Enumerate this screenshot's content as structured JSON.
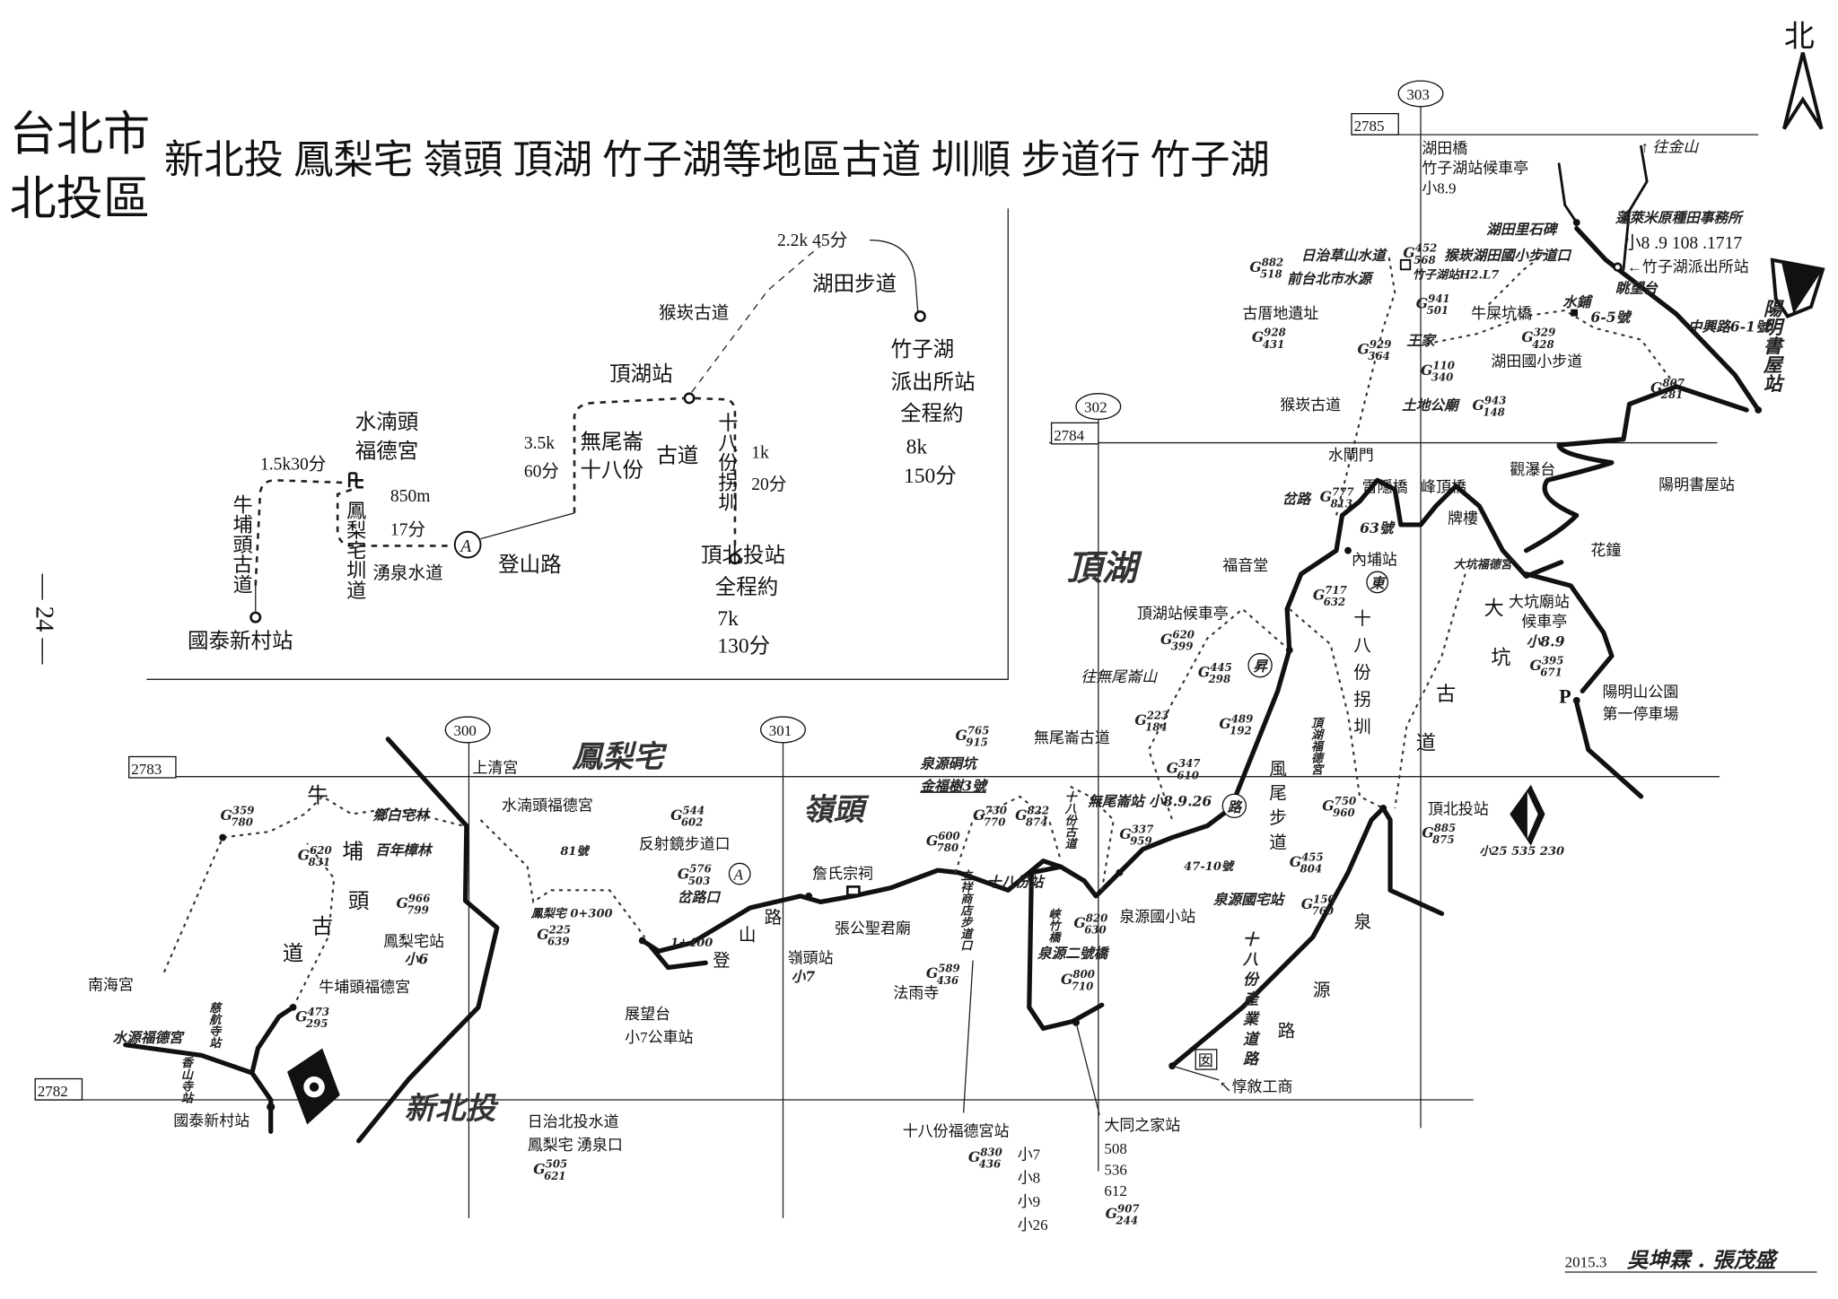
{
  "title": {
    "city": "台北市",
    "district": "北投區",
    "subtitle": "新北投 鳳梨宅 嶺頭 頂湖 竹子湖等地區古道 圳順 步道行 竹子湖"
  },
  "north_label": "北",
  "page_number": "— 24 —",
  "credits": {
    "date": "2015.3",
    "authors": "吳坤霖 . 張茂盛"
  },
  "grid": {
    "e300": "300",
    "e301": "301",
    "e302": "302",
    "e303": "303",
    "n2782": "2782",
    "n2783": "2783",
    "n2784": "2784",
    "n2785": "2785"
  },
  "inset": {
    "seg_far": "2.2k 45分",
    "hutian_trail": "湖田步道",
    "houkan": "猴崁古道",
    "zhuzihu_1": "竹子湖",
    "zhuzihu_2": "派出所站",
    "total1_label": "全程約",
    "total1_dist": "8k",
    "total1_time": "150分",
    "dinghu": "頂湖站",
    "shuinan_1": "水湳頭",
    "shuinan_2": "福德宮",
    "seg_a": "1.5k30分",
    "seg_b_dist": "3.5k",
    "seg_b_time": "60分",
    "wuweilun_1": "無尾崙",
    "wuweilun_2": "十八份",
    "wuweilun_3": "古道",
    "shibafen_canal": "十八份拐圳",
    "seg_c_dist": "1k",
    "seg_c_time": "20分",
    "seg_d_dist": "850m",
    "seg_d_time": "17分",
    "niupu_trail": "牛埔頭古道",
    "fenglizhai_canal": "鳳梨宅圳道",
    "yongquan": "湧泉水道",
    "dengshan": "登山路",
    "marker_a": "A",
    "dingbeitou": "頂北投站",
    "total2_label": "全程約",
    "total2_dist": "7k",
    "total2_time": "130分",
    "guotai": "國泰新村站"
  },
  "map": {
    "hutian_bridge": "湖田橋",
    "zhuzihu_shelter": "竹子湖站候車亭",
    "zhuzihu_bus": "小8.9",
    "to_jinshan": "↑ 往金山",
    "penglai_office": "蓬萊米原種田事務所",
    "police_bus": "小8 .9  108 .1717",
    "hutian_stele": "湖田里石碑",
    "police_station": "←竹子湖派出所站",
    "lookout_n": "眺望台",
    "caoshan_waterway": "日治草山水道",
    "former_source": "前台北市水源",
    "houkan_entrance": "猴崁湖田國小步道口",
    "zhuzihu_h2": "竹子湖站H2.L7",
    "ancient_site": "古厝地遺址",
    "niushi_bridge": "牛屎坑橋",
    "water_tank": "水鋪",
    "no_6_5": "6-5號",
    "zhongxing_rd": "中興路6-1號",
    "wang_house": "王家",
    "hutian_school_trail": "湖田國小步道",
    "yangming_vertical": "陽明書屋站",
    "houkan_trail": "猴崁古道",
    "tudigong": "土地公廟",
    "sluice_gate": "水閘門",
    "waterfall_view": "觀瀑台",
    "yangming_station": "陽明書屋站",
    "leiyin_bridge": "雷隱橋",
    "fengding_bridge": "峰頂橋",
    "fork_road": "岔路",
    "archway": "牌樓",
    "no_63": "63號",
    "neipu_station": "內埔站",
    "flower_clock": "花鐘",
    "gospel_hall": "福音堂",
    "dinghu_area": "頂湖",
    "east_mark": "東",
    "dakeng_temple_hand": "大坑福德宮",
    "dakeng_1": "大",
    "dakeng_station": "大坑廟站",
    "dakeng_shelter": "候車亭",
    "dakeng_bus": "小8.9",
    "dakeng_2": "坑",
    "dakeng_3": "古",
    "dakeng_4": "道",
    "shibafen_canal_v": "十八份拐圳",
    "dinghu_shelter": "頂湖站候車亭",
    "to_wuweilun_mt": "往無尾崙山",
    "rise_mark": "昇",
    "parking_p": "P",
    "yms_park": "陽明山公園",
    "first_parking": "第一停車場",
    "dinghu_temple": "頂湖福德宮",
    "wuweilun_trail": "無尾崙古道",
    "fengwei_trail": "風尾步道",
    "wuweilun_station": "無尾崙站 小8.9.26",
    "road_mark": "路",
    "dingbeitou_station": "頂北投站",
    "dingbeitou_bus": "小25 535 230",
    "no_47_10": "47-10號",
    "quanyuan_school": "泉源國小站",
    "quanyuan_housing": "泉源國宅站",
    "quanyuan_rd_1": "泉",
    "quanyuan_rd_2": "源",
    "quanyuan_rd_3": "路",
    "shibafen_ind_rd": "十八份產業道路",
    "school_mark": "囡",
    "dunxu_school": "↖惇敘工商",
    "fenglizhai_area": "鳳梨宅",
    "lingtou_area": "嶺頭",
    "shangqing": "上清宮",
    "niu": "牛",
    "pu": "埔",
    "tou": "頭",
    "gu": "古",
    "dao": "道",
    "home_grove": "鄉白宅林",
    "camphor": "百年樟林",
    "shuinan_temple": "水湳頭福德宮",
    "fenglizhai_station": "鳳梨宅站",
    "fenglizhai_bus": "小6",
    "no_81": "81號",
    "fenglizhai_km": "鳳梨宅 0+300",
    "reflector_trail": "反射鏡步道口",
    "fork_junction": "岔路口",
    "marker_a": "A",
    "km_1400": "1+400",
    "deng": "登",
    "shan": "山",
    "lu": "路",
    "lookout": "展望台",
    "lookout_bus": "小7公車站",
    "zhan_shrine": "詹氏宗祠",
    "zhanggong_temple": "張公聖君廟",
    "lingtou_station": "嶺頭站",
    "lingtou_bus": "小7",
    "quanyuan_pit": "泉源硐坑",
    "jinfu_tree": "金福樹3號",
    "lixiang_store": "立祥商店步道口",
    "shibafen_trail": "十八份古道",
    "shibafen_station": "十八份站",
    "xiazhu_bridge": "峽竹橋",
    "quanyuan_bridge2": "泉源二號橋",
    "fayu_temple": "法雨寺",
    "nanhai_temple": "南海宮",
    "niupu_temple": "牛埔頭福德宮",
    "shuiyuan_temple": "水源福德宮",
    "cihang_station": "慈航寺站",
    "xiangshan_station": "香山寺站",
    "guotai_station": "國泰新村站",
    "xinbeitou_area": "新北投",
    "japanese_waterway": "日治北投水道",
    "spring_outlet": "鳳梨宅 湧泉口",
    "shibafen_temple_station": "十八份福德宮站",
    "shibafen_buses": [
      "小7",
      "小8",
      "小9",
      "小26"
    ],
    "datong_station": "大同之家站",
    "datong_buses": [
      "508",
      "536",
      "612"
    ]
  },
  "g_prefix": "G",
  "g": {
    "g882": {
      "hi": "882",
      "lo": "518"
    },
    "g452": {
      "hi": "452",
      "lo": "568"
    },
    "g941": {
      "hi": "941",
      "lo": "501"
    },
    "g928": {
      "hi": "928",
      "lo": "431"
    },
    "g929": {
      "hi": "929",
      "lo": "364"
    },
    "g110": {
      "hi": "110",
      "lo": "340"
    },
    "g329": {
      "hi": "329",
      "lo": "428"
    },
    "g807": {
      "hi": "807",
      "lo": "281"
    },
    "g943": {
      "hi": "943",
      "lo": "148"
    },
    "g777": {
      "hi": "777",
      "lo": "813"
    },
    "g717": {
      "hi": "717",
      "lo": "632"
    },
    "g395": {
      "hi": "395",
      "lo": "671"
    },
    "g620b": {
      "hi": "620",
      "lo": "399"
    },
    "g445": {
      "hi": "445",
      "lo": "298"
    },
    "g223": {
      "hi": "223",
      "lo": "184"
    },
    "g489": {
      "hi": "489",
      "lo": "192"
    },
    "g347": {
      "hi": "347",
      "lo": "610"
    },
    "g337": {
      "hi": "337",
      "lo": "959"
    },
    "g885": {
      "hi": "885",
      "lo": "875"
    },
    "g750": {
      "hi": "750",
      "lo": "960"
    },
    "g455": {
      "hi": "455",
      "lo": "804"
    },
    "g150": {
      "hi": "150",
      "lo": "760"
    },
    "g359": {
      "hi": "359",
      "lo": "780"
    },
    "g620": {
      "hi": "620",
      "lo": "831"
    },
    "g966": {
      "hi": "966",
      "lo": "799"
    },
    "g225": {
      "hi": "225",
      "lo": "639"
    },
    "g544": {
      "hi": "544",
      "lo": "602"
    },
    "g576": {
      "hi": "576",
      "lo": "503"
    },
    "g765": {
      "hi": "765",
      "lo": "915"
    },
    "g730": {
      "hi": "730",
      "lo": "770"
    },
    "g600": {
      "hi": "600",
      "lo": "780"
    },
    "g822": {
      "hi": "822",
      "lo": "874"
    },
    "g589": {
      "hi": "589",
      "lo": "436"
    },
    "g820": {
      "hi": "820",
      "lo": "630"
    },
    "g800": {
      "hi": "800",
      "lo": "710"
    },
    "g473": {
      "hi": "473",
      "lo": "295"
    },
    "g505": {
      "hi": "505",
      "lo": "621"
    },
    "g830": {
      "hi": "830",
      "lo": "436"
    },
    "g907": {
      "hi": "907",
      "lo": "244"
    }
  }
}
